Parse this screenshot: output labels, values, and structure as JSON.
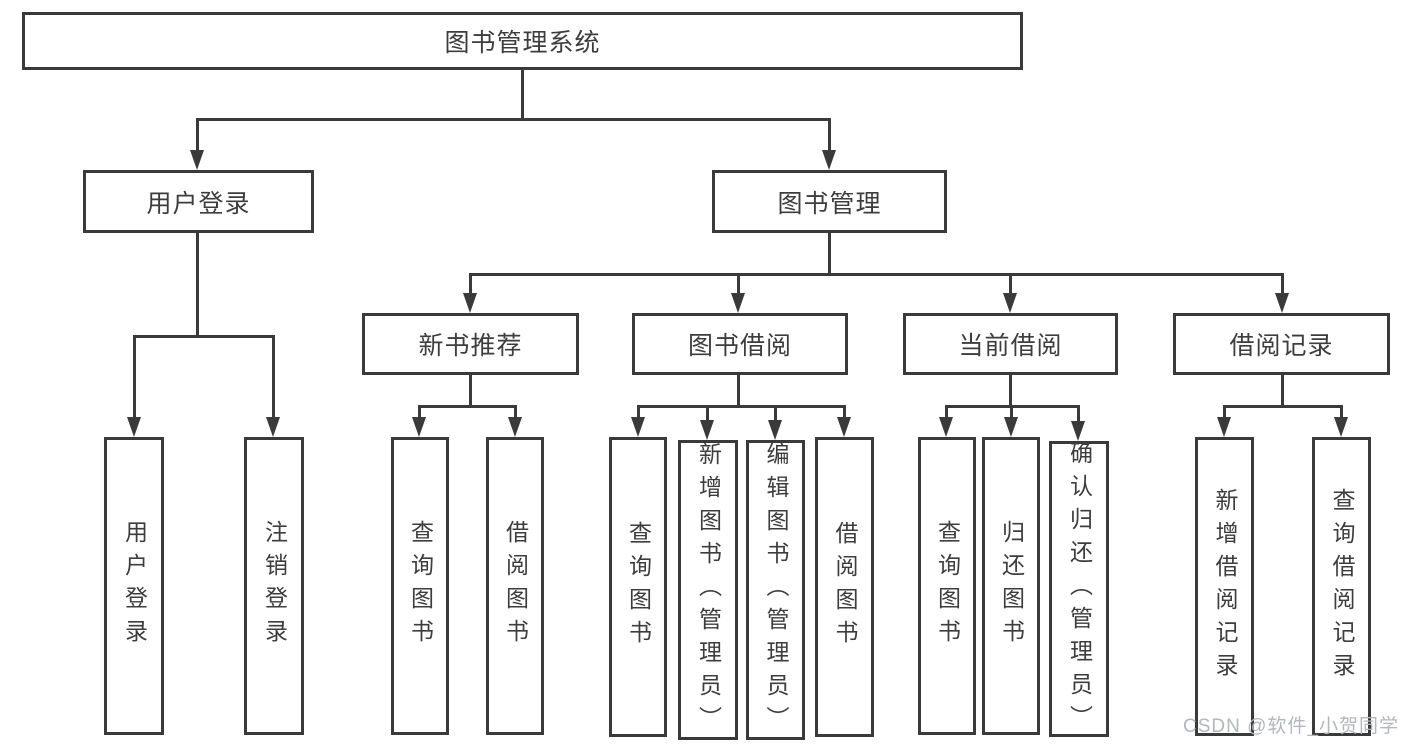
{
  "diagram": {
    "root": "图书管理系统",
    "level2": [
      {
        "label": "用户登录"
      },
      {
        "label": "图书管理"
      }
    ],
    "level3": [
      {
        "label": "新书推荐"
      },
      {
        "label": "图书借阅"
      },
      {
        "label": "当前借阅"
      },
      {
        "label": "借阅记录"
      }
    ],
    "groups": {
      "user_login": [
        "用户登录",
        "注销登录"
      ],
      "new_book": [
        "查询图书",
        "借阅图书"
      ],
      "book_borrow": [
        "查询图书",
        "新增图书（管理员）",
        "编辑图书（管理员）",
        "借阅图书"
      ],
      "current_borrow": [
        "查询图书",
        "归还图书",
        "确认归还（管理员）"
      ],
      "records": [
        "新增借阅记录",
        "查询借阅记录"
      ]
    }
  },
  "watermark": "CSDN @软件_小贺同学",
  "colors": {
    "line": "#3a3a3a",
    "text": "#3d3d3d",
    "watermark": "#b3b7bb",
    "background": "#ffffff"
  }
}
